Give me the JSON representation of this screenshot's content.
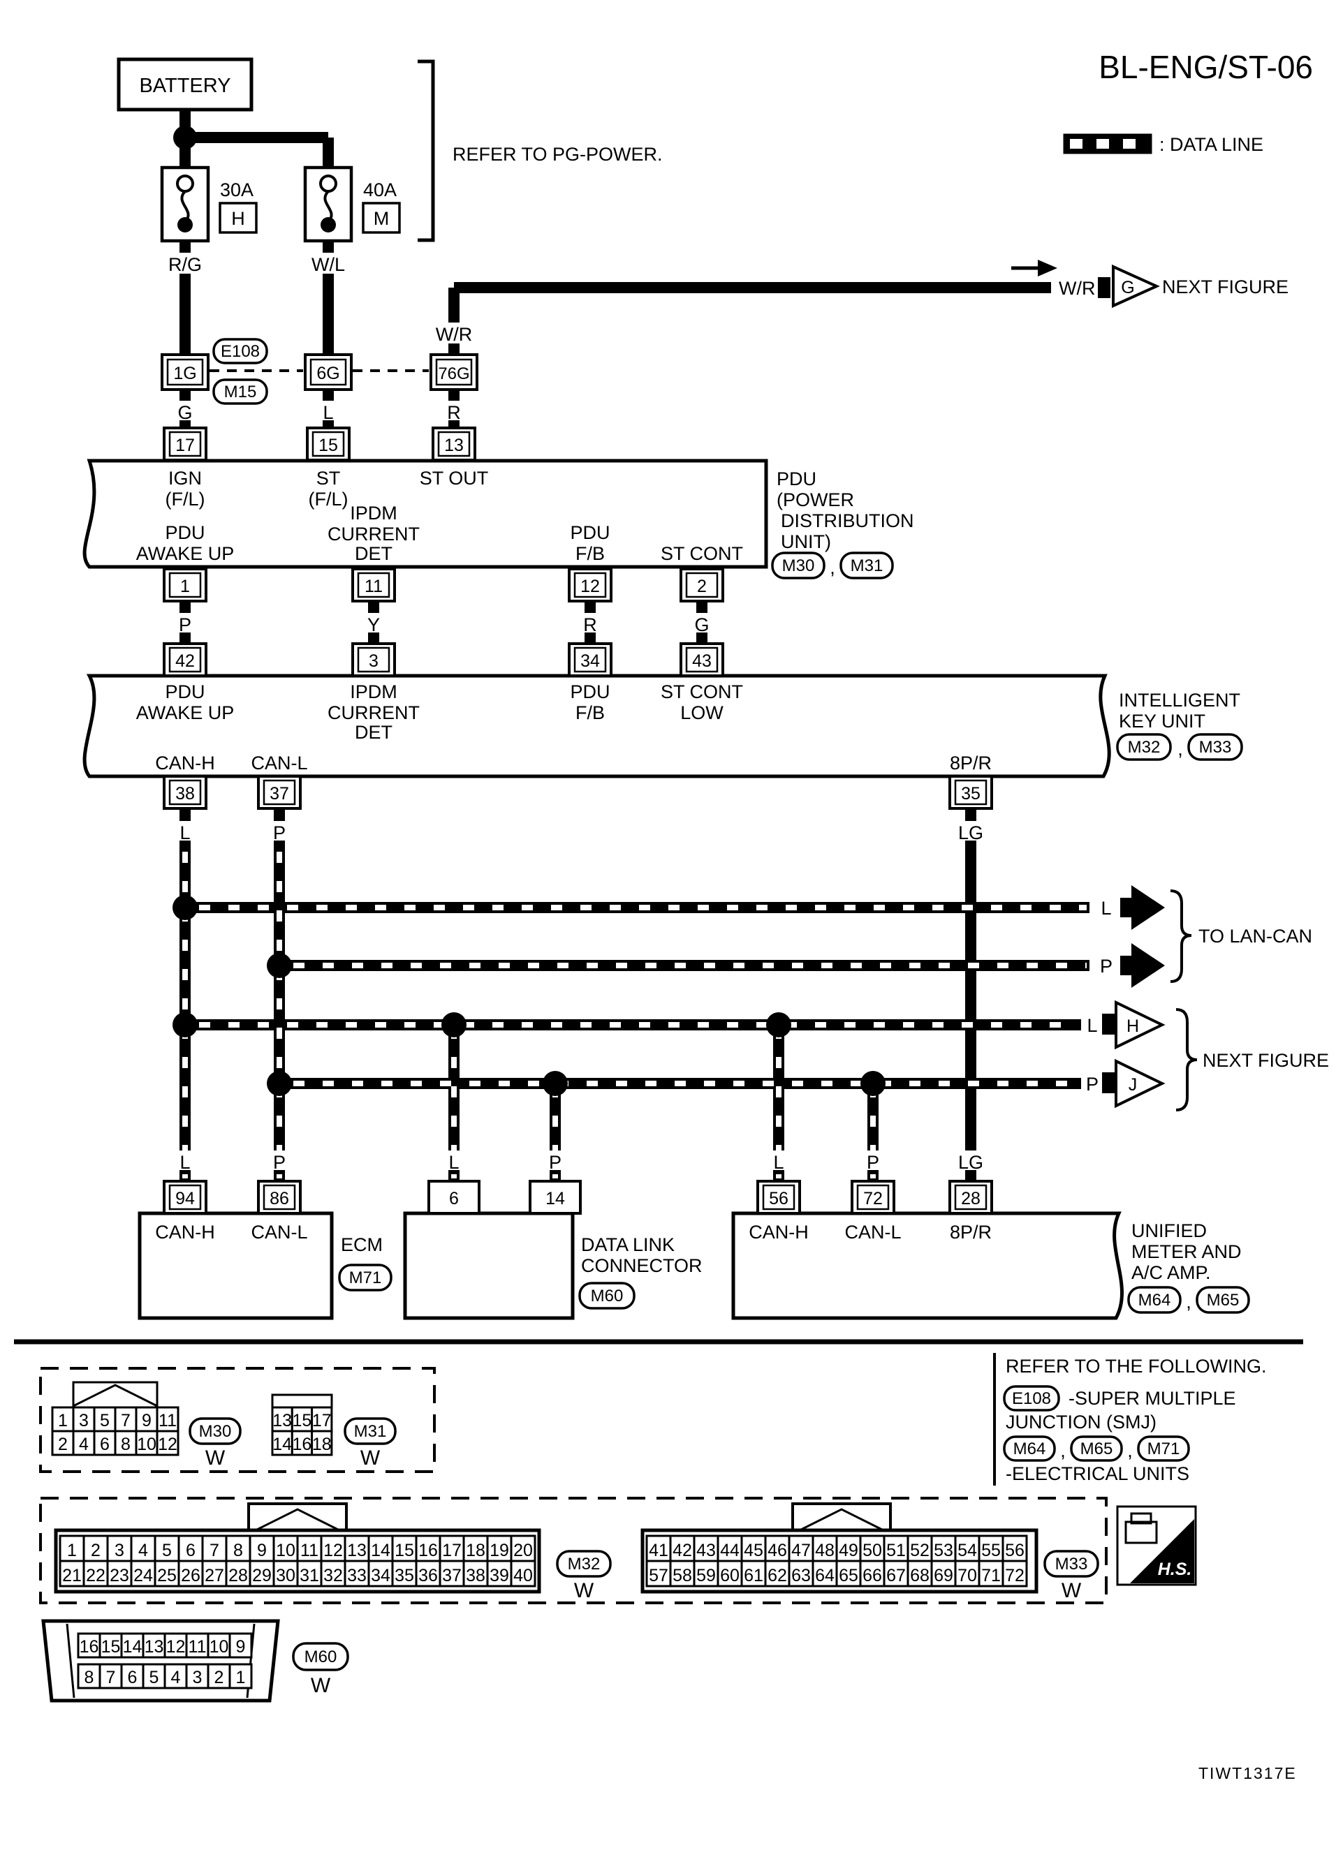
{
  "title": "BL-ENG/ST-06",
  "legend": {
    "data_line": ": DATA LINE"
  },
  "top": {
    "battery": "BATTERY",
    "refer_pg": "REFER TO PG-POWER.",
    "fuse1_amps": "30A",
    "fuse1_slot": "H",
    "fuse2_amps": "40A",
    "fuse2_slot": "M",
    "next_fig": {
      "wire": "W/R",
      "id": "G",
      "label": "NEXT FIGURE"
    },
    "smj": {
      "e108": "E108",
      "m15": "M15",
      "c": [
        "1G",
        "6G",
        "76G"
      ]
    }
  },
  "wires": {
    "top": [
      "R/G",
      "W/L"
    ],
    "wr": "W/R",
    "smj_out": [
      "G",
      "L",
      "R"
    ],
    "pdu_out": [
      "P",
      "Y",
      "R",
      "G"
    ],
    "iku_out": [
      "L",
      "P",
      "LG"
    ],
    "bottom": [
      "L",
      "P",
      "L",
      "P",
      "L",
      "P",
      "LG"
    ]
  },
  "pdu": {
    "pins_top": [
      "17",
      "15",
      "13"
    ],
    "lbl_ign": [
      "IGN",
      "(F/L)"
    ],
    "lbl_st": [
      "ST",
      "(F/L)"
    ],
    "lbl_stout": "ST OUT",
    "lbl_awake": [
      "PDU",
      "AWAKE UP"
    ],
    "lbl_ipdm": [
      "IPDM",
      "CURRENT",
      "DET"
    ],
    "lbl_fb": [
      "PDU",
      "F/B"
    ],
    "lbl_stcont": "ST CONT",
    "name": [
      "PDU",
      "(POWER",
      "DISTRIBUTION",
      "UNIT)"
    ],
    "refs": [
      "M30",
      "M31"
    ],
    "pins_bottom": [
      "1",
      "11",
      "12",
      "2"
    ]
  },
  "iku": {
    "pins_top": [
      "42",
      "3",
      "34",
      "43"
    ],
    "lbl_awake": [
      "PDU",
      "AWAKE UP"
    ],
    "lbl_ipdm": [
      "IPDM",
      "CURRENT",
      "DET"
    ],
    "lbl_fb": [
      "PDU",
      "F/B"
    ],
    "lbl_stcont": [
      "ST CONT",
      "LOW"
    ],
    "name": [
      "INTELLIGENT",
      "KEY UNIT"
    ],
    "refs": [
      "M32",
      "M33"
    ],
    "lbl_bottom": [
      "CAN-H",
      "CAN-L",
      "8P/R"
    ],
    "pins_bottom": [
      "38",
      "37",
      "35"
    ]
  },
  "bus": {
    "lan_l": "L",
    "lan_p": "P",
    "lan_label": "TO LAN-CAN",
    "next_l": "L",
    "next_h": "H",
    "next_p": "P",
    "next_j": "J",
    "next_label": "NEXT FIGURE"
  },
  "bottom": {
    "ecm": {
      "pins": [
        "94",
        "86"
      ],
      "labels": [
        "CAN-H",
        "CAN-L"
      ],
      "name": "ECM",
      "ref": "M71"
    },
    "dlc": {
      "pins": [
        "6",
        "14"
      ],
      "name": [
        "DATA LINK",
        "CONNECTOR"
      ],
      "ref": "M60"
    },
    "meter": {
      "pins": [
        "56",
        "72",
        "28"
      ],
      "labels": [
        "CAN-H",
        "CAN-L",
        "8P/R"
      ],
      "name": [
        "UNIFIED",
        "METER AND",
        "A/C AMP."
      ],
      "refs": [
        "M64",
        "M65"
      ]
    }
  },
  "refer_box": {
    "line1": "REFER TO THE FOLLOWING.",
    "e108": "E108",
    "smj1": "-SUPER MULTIPLE",
    "smj2": "JUNCTION (SMJ)",
    "refs": [
      "M64",
      "M65",
      "M71"
    ],
    "units": "-ELECTRICAL UNITS"
  },
  "connectors": {
    "m30": {
      "ref": "M30",
      "color": "W",
      "rows": [
        [
          "1",
          "3",
          "5",
          "7",
          "9",
          "11"
        ],
        [
          "2",
          "4",
          "6",
          "8",
          "10",
          "12"
        ]
      ]
    },
    "m31": {
      "ref": "M31",
      "color": "W",
      "rows": [
        [
          "13",
          "15",
          "17"
        ],
        [
          "14",
          "16",
          "18"
        ]
      ]
    },
    "m32": {
      "ref": "M32",
      "color": "W",
      "rows": [
        [
          "1",
          "2",
          "3",
          "4",
          "5",
          "6",
          "7",
          "8",
          "9",
          "10",
          "11",
          "12",
          "13",
          "14",
          "15",
          "16",
          "17",
          "18",
          "19",
          "20"
        ],
        [
          "21",
          "22",
          "23",
          "24",
          "25",
          "26",
          "27",
          "28",
          "29",
          "30",
          "31",
          "32",
          "33",
          "34",
          "35",
          "36",
          "37",
          "38",
          "39",
          "40"
        ]
      ]
    },
    "m33": {
      "ref": "M33",
      "color": "W",
      "rows": [
        [
          "41",
          "42",
          "43",
          "44",
          "45",
          "46",
          "47",
          "48",
          "49",
          "50",
          "51",
          "52",
          "53",
          "54",
          "55",
          "56"
        ],
        [
          "57",
          "58",
          "59",
          "60",
          "61",
          "62",
          "63",
          "64",
          "65",
          "66",
          "67",
          "68",
          "69",
          "70",
          "71",
          "72"
        ]
      ]
    },
    "m60": {
      "ref": "M60",
      "color": "W",
      "rows": [
        [
          "16",
          "15",
          "14",
          "13",
          "12",
          "11",
          "10",
          "9"
        ],
        [
          "8",
          "7",
          "6",
          "5",
          "4",
          "3",
          "2",
          "1"
        ]
      ]
    }
  },
  "hs_label": "H.S.",
  "doc_code": "TIWT1317E",
  "misc": {
    "comma": ","
  }
}
